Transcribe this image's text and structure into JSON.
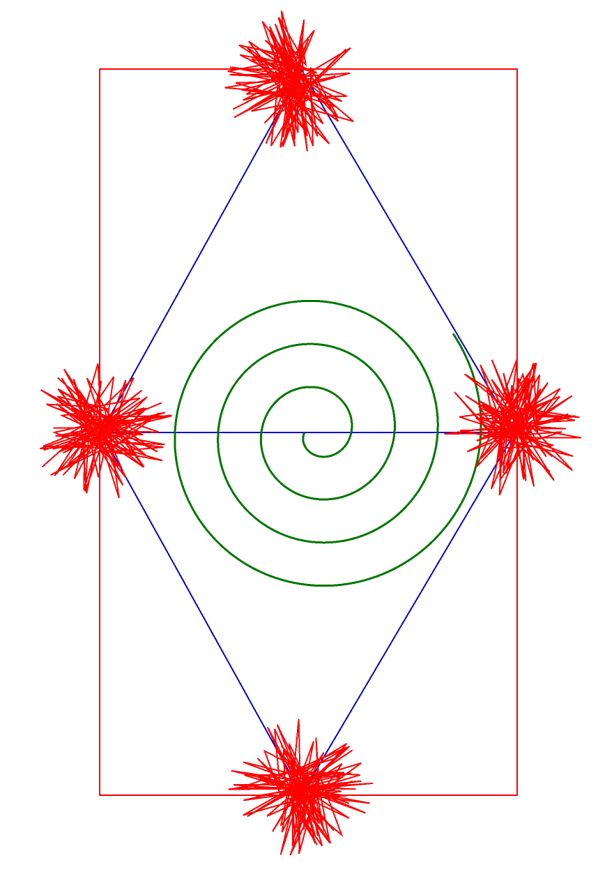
{
  "drawing": {
    "colors": {
      "rectangle": "#ff0000",
      "diamond": "#0000cc",
      "axis": "#0000cc",
      "spiral": "#007700",
      "bursts": "#ff0000",
      "background": "#ffffff"
    },
    "spiral": {
      "turns": 3.6,
      "direction": "counterclockwise-outward"
    },
    "bursts": {
      "count": 4,
      "positions": [
        "top",
        "right",
        "bottom",
        "left"
      ],
      "shape": "random-star-scribble"
    }
  }
}
